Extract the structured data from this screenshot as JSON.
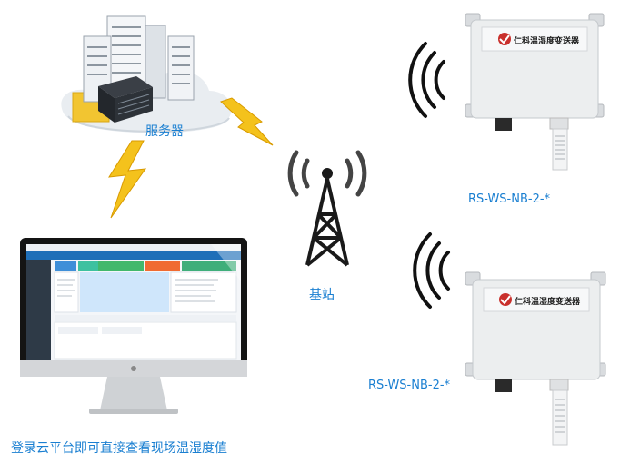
{
  "labels": {
    "server": "服务器",
    "base_station": "基站",
    "sensor_top": "RS-WS-NB-2-*",
    "sensor_bottom": "RS-WS-NB-2-*",
    "caption": "登录云平台即可直接查看现场温湿度值"
  },
  "device_badge": {
    "top": "仁科温湿度变送器",
    "bottom": "仁科温湿度变送器"
  },
  "colors": {
    "label_blue": "#1a7fd1",
    "lightning": "#f4c21c",
    "screen_header": "#1f6fb8"
  }
}
